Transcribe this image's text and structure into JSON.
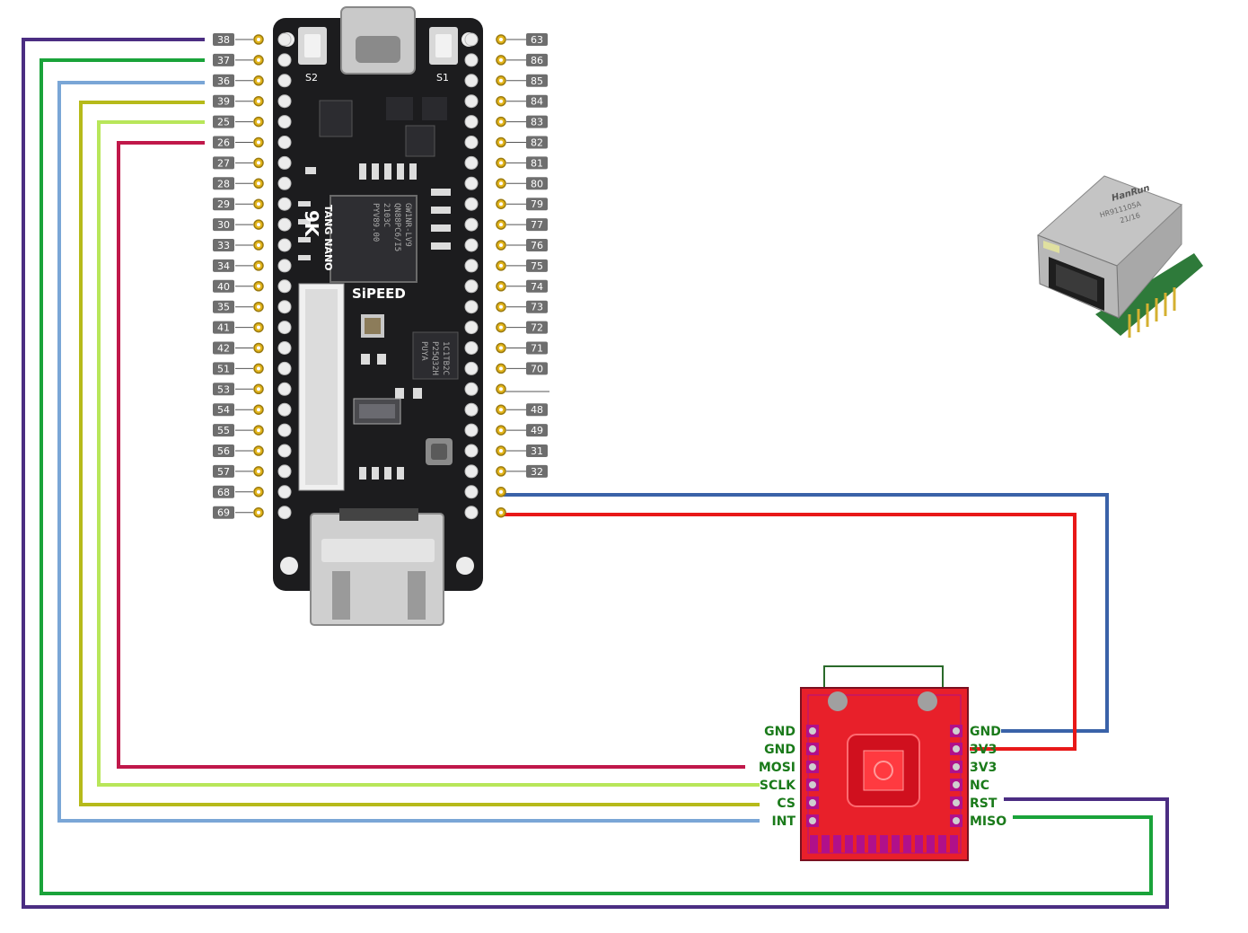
{
  "board": {
    "name_lines": [
      "TANG NANO",
      "9K"
    ],
    "brand": "SiPEED",
    "button_left": "S2",
    "button_right": "S1",
    "fpga_marking": [
      "GW1NR-LV9",
      "QN88PC6/I5",
      "2103C",
      "PYV89.00"
    ],
    "psram_marking": [
      "PUYA",
      "P25Q32H",
      "1C1TB2C"
    ],
    "left_pins": [
      "38",
      "37",
      "36",
      "39",
      "25",
      "26",
      "27",
      "28",
      "29",
      "30",
      "33",
      "34",
      "40",
      "35",
      "41",
      "42",
      "51",
      "53",
      "54",
      "55",
      "56",
      "57",
      "68",
      "69"
    ],
    "right_pins": [
      "63",
      "86",
      "85",
      "84",
      "83",
      "82",
      "81",
      "80",
      "79",
      "77",
      "76",
      "75",
      "74",
      "73",
      "72",
      "71",
      "70",
      "",
      "48",
      "49",
      "31",
      "32",
      "",
      ""
    ]
  },
  "module": {
    "left_labels": [
      "GND",
      "GND",
      "MOSI",
      "SCLK",
      "CS",
      "INT"
    ],
    "right_labels": [
      "GND",
      "3V3",
      "3V3",
      "NC",
      "RST",
      "MISO"
    ]
  },
  "rj45": {
    "brand": "HanRun",
    "part": "HR911105A",
    "date": "21/16"
  },
  "colors": {
    "wire_pin38_purple": "#4b2d82",
    "wire_pin37_green": "#1aa33a",
    "wire_pin36_lightblue": "#7aa6d6",
    "wire_pin39_olive": "#b6ba1a",
    "wire_pin25_lightgreen": "#b8e65a",
    "wire_pin26_crimson": "#c0184a",
    "wire_gnd_blue": "#3a62a8",
    "wire_3v3_red": "#e81818",
    "module_pcb": "#e8202a",
    "board_pcb": "#1c1c1e"
  },
  "connections": [
    {
      "from": "38",
      "to": "RST",
      "color": "purple"
    },
    {
      "from": "37",
      "to": "MISO",
      "color": "green"
    },
    {
      "from": "36",
      "to": "INT",
      "color": "light-blue"
    },
    {
      "from": "39",
      "to": "CS",
      "color": "olive"
    },
    {
      "from": "25",
      "to": "SCLK",
      "color": "light-green"
    },
    {
      "from": "26",
      "to": "MOSI",
      "color": "crimson"
    },
    {
      "from": "GND",
      "to": "GND",
      "color": "blue"
    },
    {
      "from": "3V3",
      "to": "3V3",
      "color": "red"
    }
  ]
}
